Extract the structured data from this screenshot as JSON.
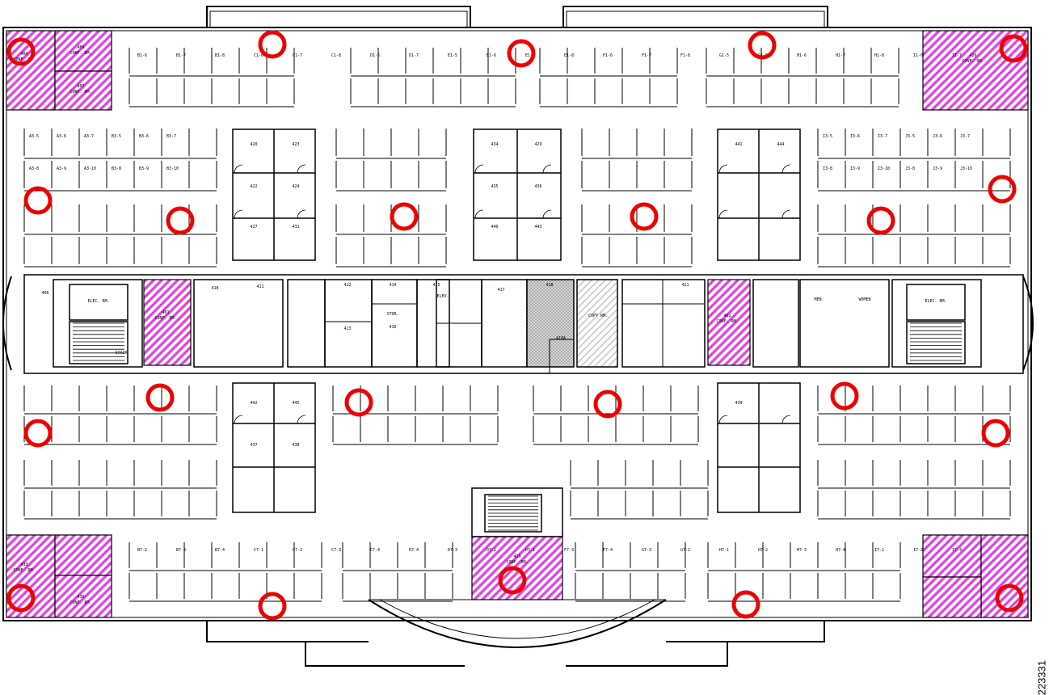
{
  "colors": {
    "conference": "#e040e0",
    "ap_marker": "#ee0000",
    "line": "#000000",
    "shade": "#bbbbbb"
  },
  "figure_number": "223331",
  "rooms": [
    {
      "id": "r-aa",
      "label": "404",
      "sub": "CONF. RM."
    },
    {
      "id": "r-ab",
      "label": "409",
      "sub": "CONF. RM."
    },
    {
      "id": "r-ac",
      "label": "407",
      "sub": "CONF. RM."
    },
    {
      "id": "r-ad",
      "label": "426",
      "sub": "CONF. RM."
    },
    {
      "id": "r-ae",
      "label": "401",
      "sub": "CONF. RM."
    },
    {
      "id": "r-af",
      "label": "402",
      "sub": "CONF. RM."
    },
    {
      "id": "r-ag",
      "label": "433",
      "sub": "CONF. RM."
    },
    {
      "id": "r-ah",
      "label": "430",
      "sub": "CONF. RM."
    },
    {
      "id": "r-ai",
      "label": "419",
      "sub": "CONF. RM."
    }
  ],
  "core": [
    {
      "id": "c1",
      "label": "406"
    },
    {
      "id": "c2",
      "label": "ELEC. RM."
    },
    {
      "id": "c3",
      "label": "410"
    },
    {
      "id": "c4",
      "label": "411"
    },
    {
      "id": "c5",
      "label": "412"
    },
    {
      "id": "c6",
      "label": "414"
    },
    {
      "id": "c7",
      "label": "415"
    },
    {
      "id": "c8",
      "label": "STOR."
    },
    {
      "id": "c9",
      "label": "417"
    },
    {
      "id": "c10",
      "label": "418"
    },
    {
      "id": "c11",
      "label": "COPY RM."
    },
    {
      "id": "c12",
      "label": "413"
    },
    {
      "id": "c13",
      "label": "416"
    },
    {
      "id": "c14",
      "label": "ELEV."
    },
    {
      "id": "c15",
      "label": "421"
    },
    {
      "id": "c16",
      "label": "ELEC. RM."
    },
    {
      "id": "c17",
      "label": "MEN"
    },
    {
      "id": "c18",
      "label": "WOMEN"
    },
    {
      "id": "c19",
      "label": "STAIR"
    },
    {
      "id": "c20",
      "label": "418A"
    }
  ],
  "offices": [
    "420",
    "423",
    "422",
    "424",
    "427",
    "431",
    "434",
    "429",
    "435",
    "436",
    "440",
    "443",
    "441",
    "444",
    "442",
    "445",
    "437",
    "438",
    "439"
  ],
  "cubicle_rows": {
    "top": [
      "B1-6",
      "B1-7",
      "B1-8",
      "C1-6",
      "C1-7",
      "C1-8",
      "D1-6",
      "D1-7",
      "E1-5",
      "E1-6",
      "E1-7",
      "E1-8",
      "F1-6",
      "F1-7",
      "F1-8",
      "G1-5",
      "G1-6",
      "H1-6",
      "H1-7",
      "H1-8",
      "I1-6",
      "I1-7"
    ],
    "bottom": [
      "B7-2",
      "B7-3",
      "B7-4",
      "C7-1",
      "C7-2",
      "C7-3",
      "C7-4",
      "D7-4",
      "D7-3",
      "D7-2",
      "D7-1",
      "F7-3",
      "F7-4",
      "G7-3",
      "G7-2",
      "H7-1",
      "H7-2",
      "H7-3",
      "H7-4",
      "I7-1",
      "I7-2",
      "I7-3"
    ]
  },
  "cubicle_labels_left": [
    "A3-5",
    "A3-6",
    "A3-7",
    "B3-5",
    "B3-6",
    "B3-7",
    "A3-8",
    "A3-9",
    "A3-10",
    "B3-8",
    "B3-9",
    "B3-10"
  ],
  "cubicle_labels_right": [
    "I3-5",
    "I3-6",
    "I3-7",
    "J3-5",
    "J3-6",
    "J3-7",
    "I3-8",
    "I3-9",
    "I3-10",
    "J3-8",
    "J3-9",
    "J3-10"
  ]
}
